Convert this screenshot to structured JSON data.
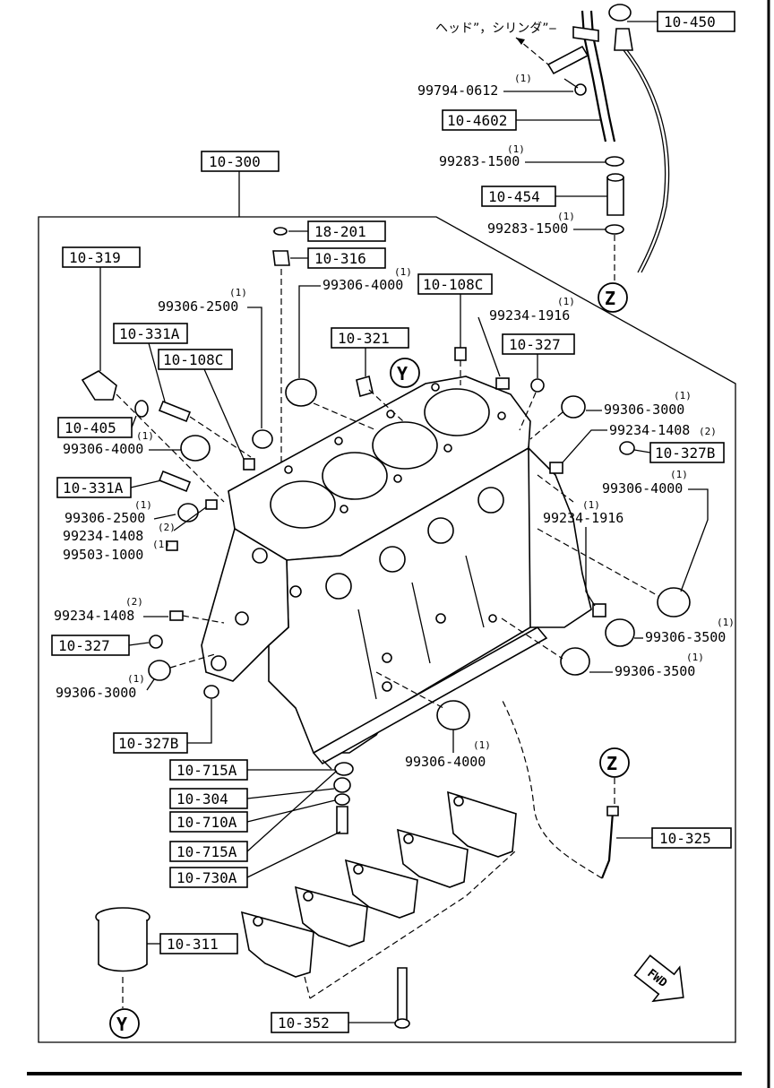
{
  "header_text": "ヘッド”，シリンダ”‒",
  "callout_boxes": [
    {
      "id": "b10450",
      "label": "10-450"
    },
    {
      "id": "b104602",
      "label": "10-4602"
    },
    {
      "id": "b10454",
      "label": "10-454"
    },
    {
      "id": "b10300",
      "label": "10-300"
    },
    {
      "id": "b18201",
      "label": "18-201"
    },
    {
      "id": "b10316",
      "label": "10-316"
    },
    {
      "id": "b10319",
      "label": "10-319"
    },
    {
      "id": "b10108c1",
      "label": "10-108C"
    },
    {
      "id": "b10331a1",
      "label": "10-331A"
    },
    {
      "id": "b10108c2",
      "label": "10-108C"
    },
    {
      "id": "b10321",
      "label": "10-321"
    },
    {
      "id": "b10327a",
      "label": "10-327"
    },
    {
      "id": "b10405",
      "label": "10-405"
    },
    {
      "id": "b10327b1",
      "label": "10-327B"
    },
    {
      "id": "b10331a2",
      "label": "10-331A"
    },
    {
      "id": "b10327c",
      "label": "10-327"
    },
    {
      "id": "b10327b2",
      "label": "10-327B"
    },
    {
      "id": "b10715a1",
      "label": "10-715A"
    },
    {
      "id": "b10304",
      "label": "10-304"
    },
    {
      "id": "b10710a",
      "label": "10-710A"
    },
    {
      "id": "b10715a2",
      "label": "10-715A"
    },
    {
      "id": "b10730a",
      "label": "10-730A"
    },
    {
      "id": "b10325",
      "label": "10-325"
    },
    {
      "id": "b10311",
      "label": "10-311"
    },
    {
      "id": "b10352",
      "label": "10-352"
    }
  ],
  "part_numbers": [
    {
      "id": "p1",
      "number": "99794-0612",
      "qty": "(1)"
    },
    {
      "id": "p2",
      "number": "99283-1500",
      "qty": "(1)"
    },
    {
      "id": "p3",
      "number": "99283-1500",
      "qty": "(1)"
    },
    {
      "id": "p4",
      "number": "99306-4000",
      "qty": "(1)"
    },
    {
      "id": "p5",
      "number": "99306-2500",
      "qty": "(1)"
    },
    {
      "id": "p6",
      "number": "99234-1916",
      "qty": "(1)"
    },
    {
      "id": "p7",
      "number": "99306-3000",
      "qty": "(1)"
    },
    {
      "id": "p8",
      "number": "99306-4000",
      "qty": "(1)"
    },
    {
      "id": "p9",
      "number": "99234-1408",
      "qty": "(2)"
    },
    {
      "id": "p10",
      "number": "99306-4000",
      "qty": "(1)"
    },
    {
      "id": "p11",
      "number": "99306-2500",
      "qty": "(1)"
    },
    {
      "id": "p12",
      "number": "99234-1408",
      "qty": "(2)"
    },
    {
      "id": "p13",
      "number": "99503-1000",
      "qty": "(1)"
    },
    {
      "id": "p14",
      "number": "99234-1916",
      "qty": "(1)"
    },
    {
      "id": "p15",
      "number": "99234-1408",
      "qty": "(2)"
    },
    {
      "id": "p16",
      "number": "99306-3500",
      "qty": "(1)"
    },
    {
      "id": "p17",
      "number": "99306-3500",
      "qty": "(1)"
    },
    {
      "id": "p18",
      "number": "99306-3000",
      "qty": "(1)"
    },
    {
      "id": "p19",
      "number": "99306-4000",
      "qty": "(1)"
    }
  ],
  "connectors": {
    "y": "Y",
    "z": "Z"
  },
  "fwd_label": "FWD"
}
